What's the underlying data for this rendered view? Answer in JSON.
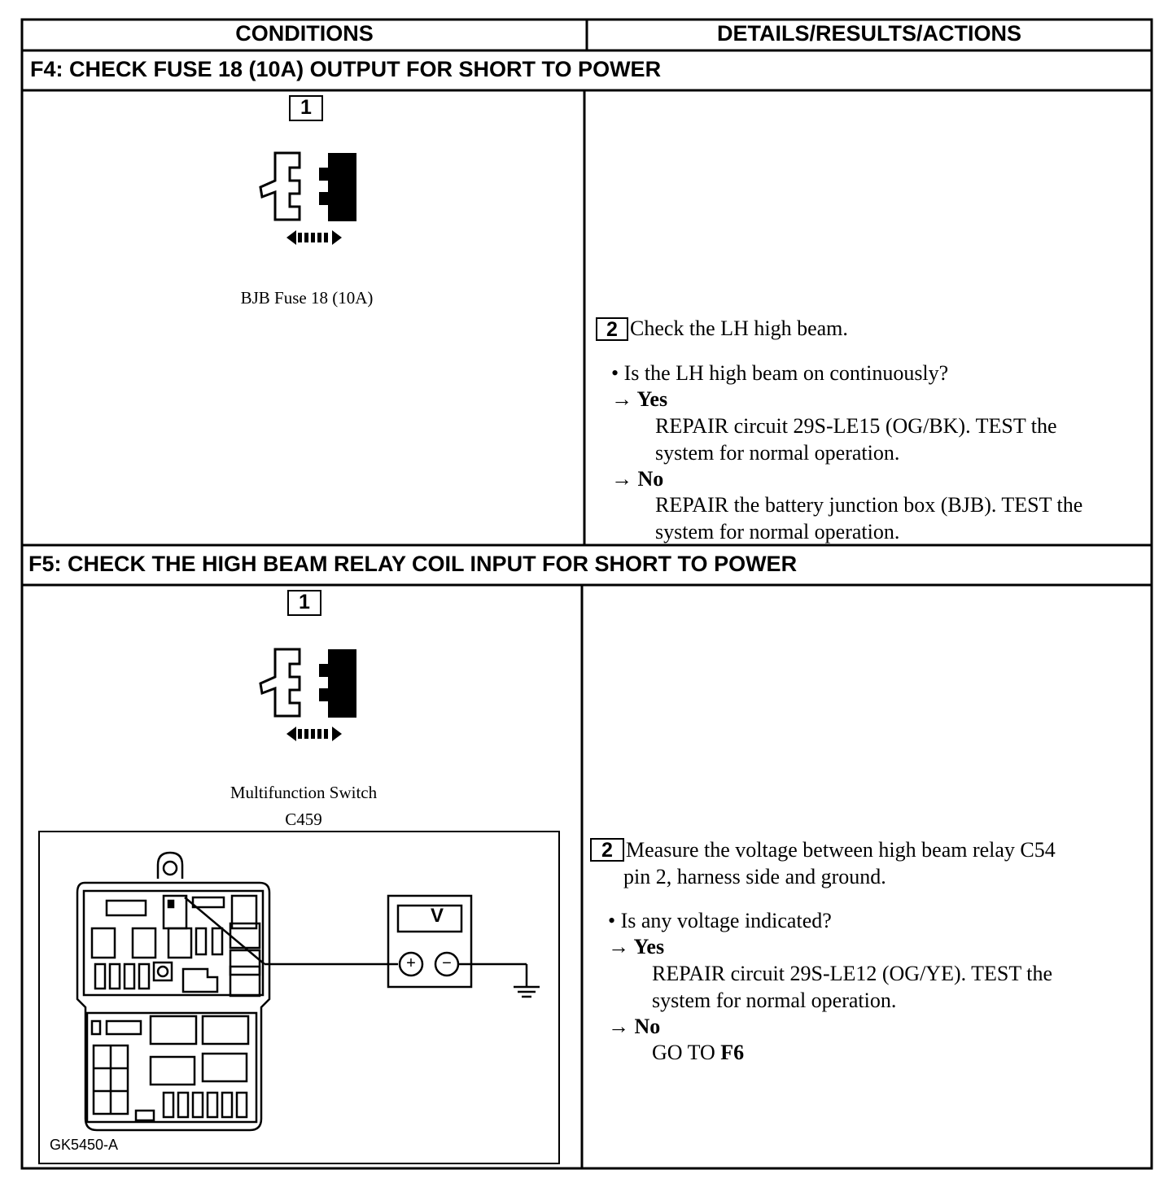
{
  "table": {
    "col_conditions": "CONDITIONS",
    "col_details": "DETAILS/RESULTS/ACTIONS"
  },
  "f4": {
    "title": "F4: CHECK FUSE 18 (10A) OUTPUT FOR SHORT TO POWER",
    "step1": "1",
    "caption": "BJB Fuse 18 (10A)",
    "step2": "2",
    "step2_text": "Check the LH high beam.",
    "question": "• Is the LH high beam on continuously?",
    "yes_label": "→ Yes",
    "yes_action_1": "REPAIR circuit 29S-LE15 (OG/BK). TEST the",
    "yes_action_2": "system for normal operation.",
    "no_label": "→ No",
    "no_action_1": "REPAIR the battery junction box (BJB). TEST the",
    "no_action_2": "system for normal operation."
  },
  "f5": {
    "title": "F5: CHECK THE HIGH BEAM RELAY COIL INPUT FOR SHORT TO POWER",
    "step1": "1",
    "caption_1": "Multifunction Switch",
    "caption_2": "C459",
    "meter_label": "V",
    "plus": "+",
    "minus": "−",
    "figure_id": "GK5450-A",
    "step2": "2",
    "step2_text_1": "Measure the voltage between high beam relay C54",
    "step2_text_2": "pin 2, harness side and ground.",
    "question": "• Is any voltage indicated?",
    "yes_label": "→ Yes",
    "yes_action_1": "REPAIR circuit 29S-LE12 (OG/YE). TEST the",
    "yes_action_2": "system for normal operation.",
    "no_label": "→ No",
    "no_action_prefix": "GO TO ",
    "no_action_target": "F6"
  }
}
